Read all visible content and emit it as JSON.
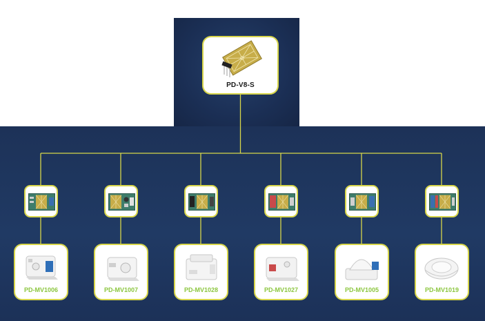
{
  "root": {
    "label": "PD-V8-S",
    "icon": "antenna-module-icon"
  },
  "colors": {
    "panel_dark": "#1b2f55",
    "connector": "#d8d64a",
    "card_border": "#d8d64a",
    "label_green": "#8cc63f",
    "root_label": "#1a1a1a"
  },
  "branches": [
    {
      "module_icon": "radar-module-board-icon",
      "product_label": "PD-MV1006",
      "product_icon": "rectangular-sensor-housing-icon"
    },
    {
      "module_icon": "radar-module-board-icon",
      "product_label": "PD-MV1007",
      "product_icon": "rectangular-sensor-housing-icon"
    },
    {
      "module_icon": "radar-module-board-icon",
      "product_label": "PD-MV1028",
      "product_icon": "box-sensor-housing-icon"
    },
    {
      "module_icon": "radar-module-board-icon",
      "product_label": "PD-MV1027",
      "product_icon": "rectangular-sensor-housing-icon"
    },
    {
      "module_icon": "radar-module-board-icon",
      "product_label": "PD-MV1005",
      "product_icon": "dome-sensor-housing-icon"
    },
    {
      "module_icon": "radar-module-board-icon",
      "product_label": "PD-MV1019",
      "product_icon": "oval-sensor-housing-icon"
    }
  ]
}
